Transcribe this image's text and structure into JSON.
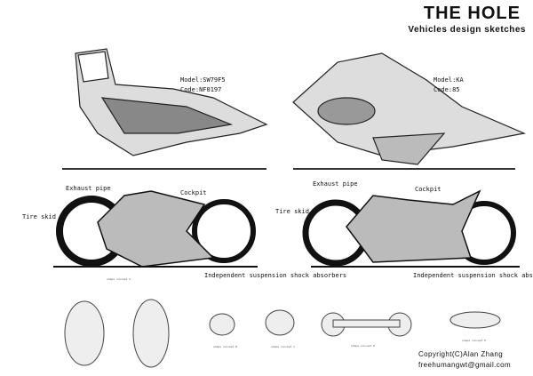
{
  "header": {
    "title": "THE HOLE",
    "subtitle": "Vehicles design sketches"
  },
  "vehicles": [
    {
      "model": "Model:SW79F5",
      "code": "Code:NF0197"
    },
    {
      "model": "Model:KA",
      "code": "Code:85"
    }
  ],
  "bikes": [
    {
      "exhaust": "Exhaust pipe",
      "cockpit": "Cockpit",
      "tire": "Tire skid",
      "suspension": "Independent suspension shock absorbers"
    },
    {
      "exhaust": "Exhaust pipe",
      "cockpit": "Cockpit",
      "tire": "Tire skid",
      "suspension": "Independent suspension shock absorbers"
    }
  ],
  "concepts": [
    "shape concept A",
    "shape concept B",
    "shape concept C",
    "shape concept D",
    "shape concept E"
  ],
  "footer": {
    "copyright": "Copyright(C)Alan Zhang",
    "email": "freehumangwt@gmail.com"
  }
}
